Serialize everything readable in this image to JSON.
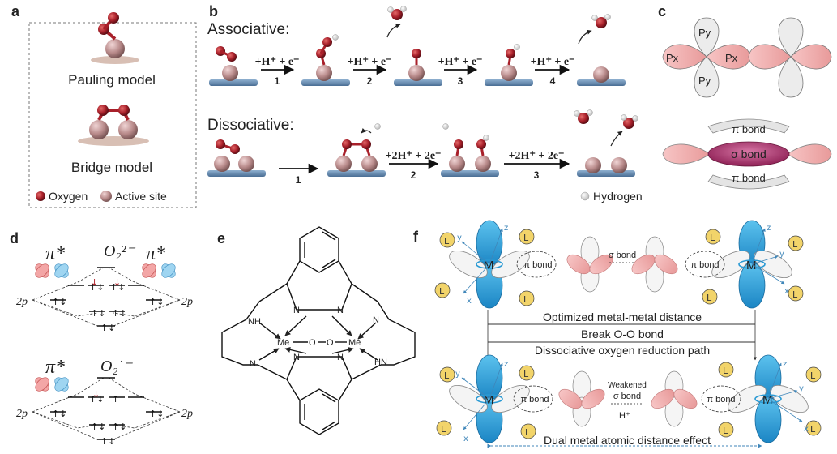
{
  "panels": {
    "a": {
      "label": "a",
      "pauling": "Pauling model",
      "bridge": "Bridge model",
      "legend_oxygen": "Oxygen",
      "legend_active": "Active site"
    },
    "b": {
      "label": "b",
      "assoc_title": "Associative:",
      "dissoc_title": "Dissociative:",
      "step_label": "+H⁺ + e⁻",
      "step2_label": "+2H⁺ + 2e⁻",
      "steps_assoc": [
        "1",
        "2",
        "3",
        "4"
      ],
      "steps_dissoc": [
        "1",
        "2",
        "3"
      ],
      "hydrogen": "Hydrogen"
    },
    "c": {
      "label": "c",
      "px": "Px",
      "py": "Py",
      "pi_bond": "π bond",
      "sigma_bond": "σ bond"
    },
    "d": {
      "label": "d",
      "pi_star": "π*",
      "peroxide": "O₂²⁻",
      "superoxide": "O₂˙⁻",
      "two_p": "2p"
    },
    "e": {
      "label": "e",
      "me": "Me",
      "o": "O",
      "n": "N",
      "nh": "NH",
      "hn": "HN"
    },
    "f": {
      "label": "f",
      "m": "M",
      "pi_bond": "π bond",
      "sigma_bond": "σ bond",
      "line1": "Optimized metal-metal distance",
      "line2": "Break O-O bond",
      "line3": "Dissociative oxygen reduction path",
      "weakened": "Weakened",
      "weak_sigma": "σ bond",
      "h_plus": "H⁺",
      "bottom": "Dual metal atomic distance effect",
      "axes": [
        "x",
        "y",
        "z"
      ]
    }
  },
  "colors": {
    "oxygen": "#a8202a",
    "active_site": "#b88a8a",
    "substrate": "#6b8fb5",
    "orbital_pink": "#f3b4b4",
    "orbital_blue": "#34a8dd",
    "sigma": "#a3306a",
    "ligand": "#f2d46a"
  }
}
